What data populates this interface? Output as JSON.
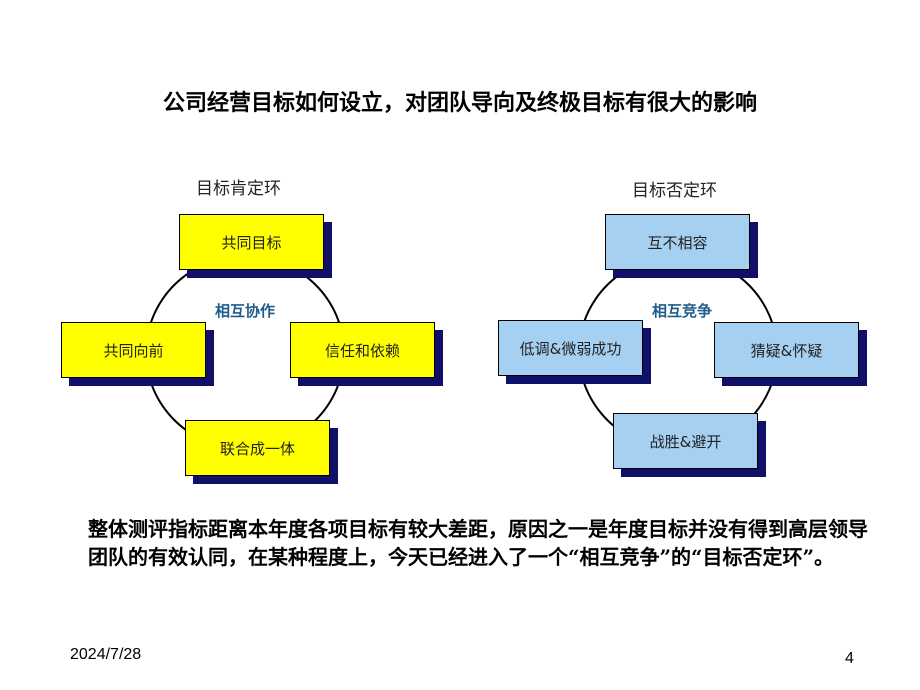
{
  "slide": {
    "title": "公司经营目标如何设立，对团队导向及终极目标有很大的影响",
    "summary": "整体测评指标距离本年度各项目标有较大差距，原因之一是年度目标并没有得到高层领导团队的有效认同，在某种程度上，今天已经进入了一个“相互竞争”的“目标否定环”。",
    "date": "2024/7/28",
    "page_number": "4"
  },
  "positive_cycle": {
    "label": "目标肯定环",
    "center": "相互协作",
    "top": "共同目标",
    "left": "共同向前",
    "right": "信任和依赖",
    "bottom": "联合成一体"
  },
  "negative_cycle": {
    "label": "目标否定环",
    "center": "相互竞争",
    "top": "互不相容",
    "left": "低调&微弱成功",
    "right": "猜疑&怀疑",
    "bottom": "战胜&避开"
  },
  "colors": {
    "positive_box": "#ffff00",
    "negative_box": "#a6d0f2",
    "box_shadow": "#10106a",
    "center_text": "#1f5d8c"
  }
}
